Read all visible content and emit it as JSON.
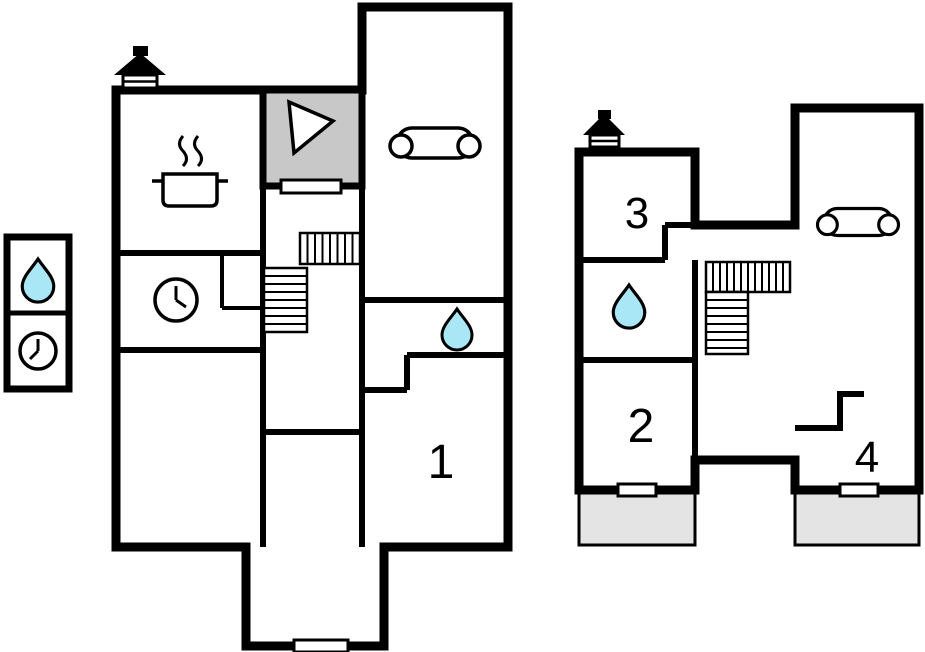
{
  "document": {
    "kind": "floor-plan",
    "floors": [
      "ground-floor",
      "upper-floor"
    ]
  },
  "colors": {
    "wall": "#000000",
    "background": "#ffffff",
    "vestibule_fill": "#c8c8c8",
    "terrace_fill": "#e4e4e4",
    "water_fill": "#a9e7f7",
    "marker_fill": "#ffffff"
  },
  "ground_floor": {
    "labels": {
      "room1": "1"
    }
  },
  "upper_floor": {
    "labels": {
      "room2": "2",
      "room3": "3",
      "room4": "4"
    }
  },
  "legend": {
    "items": [
      {
        "icon": "water-drop-icon"
      },
      {
        "icon": "clock-icon"
      }
    ]
  },
  "icons": [
    "chimney-icon",
    "stove-icon",
    "clock-icon",
    "sofa-icon",
    "water-drop-icon",
    "spotlight-icon",
    "stairs-icon",
    "window-marker",
    "door-marker"
  ]
}
